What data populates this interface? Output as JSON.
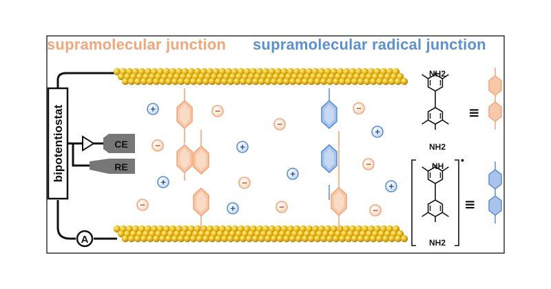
{
  "titles": {
    "left": "supramolecular junction",
    "right": "supramolecular radical junction"
  },
  "labels": {
    "bipotentiostat": "bipotentiostat",
    "counter_electrode": "CE",
    "reference_electrode": "RE",
    "ammeter": "A"
  },
  "chemistry": {
    "neutral_top_group": "NH2",
    "neutral_bottom_group": "NH2",
    "radical_top_group": "NH",
    "radical_bottom_group": "NH2",
    "radical_dot": "•",
    "equivalence_symbol": "≡"
  },
  "ions": {
    "cation_symbol": "+",
    "anion_symbol": "−"
  },
  "colors": {
    "orange": "#f2a679",
    "orange_fill": "#f8c9a8",
    "blue": "#5b8fd6",
    "blue_fill": "#a8c4ec",
    "gold": "#e8b920",
    "gold_dark": "#b8860b",
    "border": "#222222"
  }
}
